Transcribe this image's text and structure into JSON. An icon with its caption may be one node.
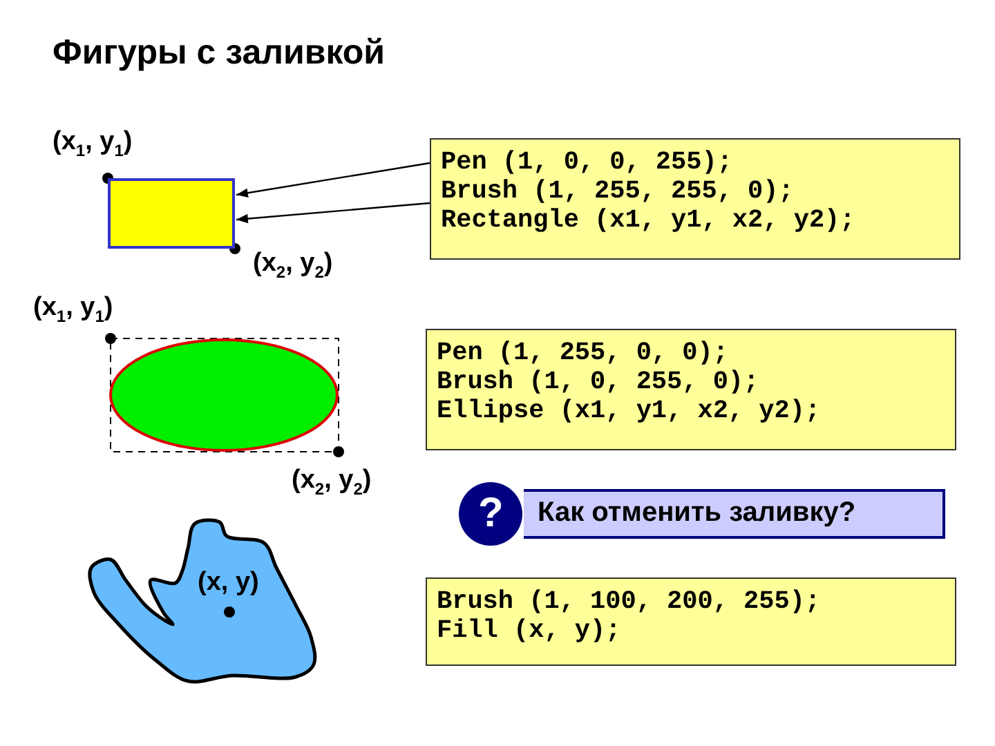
{
  "diagram": {
    "title": "Фигуры с заливкой",
    "nodes": [
      {
        "text": [
          "Pen (1, 0, 0, 255);",
          "Brush (1, 255, 255, 0);",
          "Rectangle (x1, y1, x2, y2);"
        ]
      },
      {
        "text": [],
        "shape": "box"
      },
      {
        "text": [
          "Pen (1, 255, 0, 0);",
          "Brush (1, 0, 255, 0);",
          "Ellipse (x1, y1, x2, y2);"
        ]
      },
      {
        "text": [
          "Как отменить заливку?"
        ]
      },
      {
        "text": [
          "Brush (1, 100, 200, 255);",
          "Fill (x, y);"
        ]
      }
    ],
    "edges": [
      {
        "from": 0,
        "to": 1,
        "arrow": "to"
      },
      {
        "from": 0,
        "to": 1,
        "arrow": "to"
      }
    ],
    "labels": [
      "(x$_{1}$, y$_{1}$)",
      "(x$_{2}$, y$_{2}$)",
      "(x$_{1}$, y$_{1}$)",
      "(x$_{2}$, y$_{2}$)",
      "(x, y)",
      "?"
    ]
  }
}
